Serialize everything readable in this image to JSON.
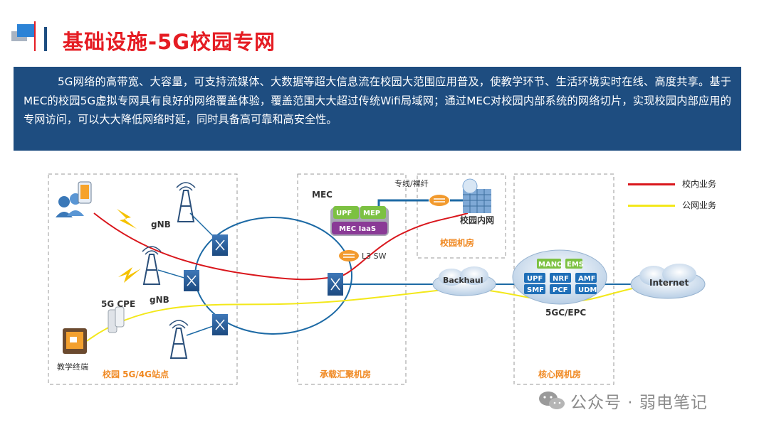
{
  "slide": {
    "title": "基础设施-5G校园专网",
    "intro": "5G网络的高带宽、大容量，可支持流媒体、大数据等超大信息流在校园大范围应用普及，使教学环节、生活环境实时在线、高度共享。基于MEC的校园5G虚拟专网具有良好的网络覆盖体验，覆盖范围大大超过传统Wifi局域网；通过MEC对校园内部系统的网络切片，实现校园内部应用的专网访问，可以大大降低网络时延，同时具备高可靠和高安全性。"
  },
  "legend": [
    {
      "label": "校内业务",
      "color": "#d9161c"
    },
    {
      "label": "公网业务",
      "color": "#f3e81a"
    }
  ],
  "diagram": {
    "zones": {
      "site": "校园 5G/4G站点",
      "aggregation": "承载汇聚机房",
      "campus_room": "校园机房",
      "core": "核心网机房"
    },
    "labels": {
      "gnb_top": "gNB",
      "gnb_mid": "gNB",
      "cpe": "5G CPE",
      "terminal": "教学终端",
      "mec": "MEC",
      "upf": "UPF",
      "mep": "MEP",
      "mec_iaas": "MEC IaaS",
      "l3sw": "L3 SW",
      "fiber": "专线/裸纤",
      "intranet": "校园内网",
      "backhaul": "Backhaul",
      "mano": "MANO",
      "ems": "EMS",
      "core_upf": "UPF",
      "nrf": "NRF",
      "amf": "AMF",
      "smf": "SMF",
      "pcf": "PCF",
      "udm": "UDM",
      "core_name": "5GC/EPC",
      "internet": "Internet"
    }
  },
  "watermark": "公众号 · 弱电笔记",
  "colors": {
    "title_red": "#e51c23",
    "intro_bg": "#1e4d80",
    "zone_orange": "#f08a24",
    "link_blue": "#1d6aa5"
  }
}
